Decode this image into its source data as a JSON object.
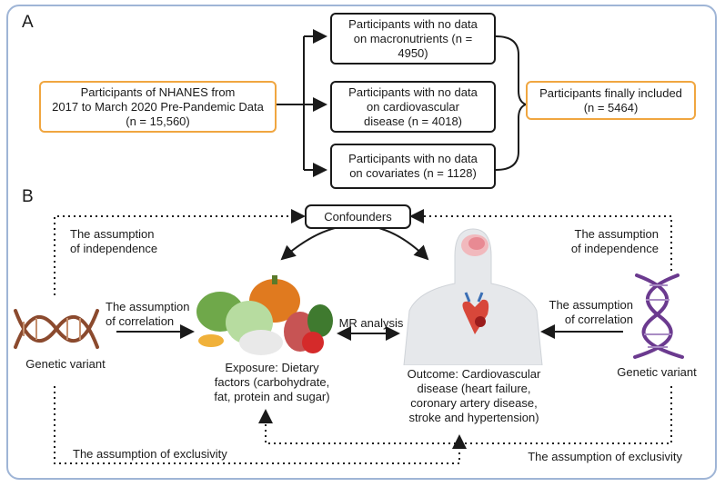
{
  "panels": {
    "a": "A",
    "b": "B"
  },
  "flow": {
    "source": "Participants of NHANES from\n2017 to March 2020 Pre-Pandemic Data\n(n = 15,560)",
    "excluded": [
      "Participants with no data\non macronutrients (n =\n4950)",
      "Participants with no data\non cardiovascular\ndisease (n = 4018)",
      "Participants with no data\non covariates (n = 1128)"
    ],
    "included": "Participants finally included\n(n = 5464)"
  },
  "mr": {
    "confounders": "Confounders",
    "assumption_independence_left": "The assumption\nof independence",
    "assumption_independence_right": "The assumption\nof independence",
    "assumption_correlation_left": "The assumption\nof correlation",
    "assumption_correlation_right": "The assumption\nof correlation",
    "genetic_variant_left": "Genetic variant",
    "genetic_variant_right": "Genetic variant",
    "mr_analysis": "MR analysis",
    "exposure": "Exposure: Dietary\nfactors (carbohydrate,\nfat, protein and sugar)",
    "outcome": "Outcome: Cardiovascular\ndisease (heart failure,\ncoronary artery disease,\nstroke and hypertension)",
    "exclusivity_left": "The assumption of exclusivity",
    "exclusivity_right": "The assumption of exclusivity"
  },
  "colors": {
    "orange": "#f0a640",
    "dna_left": "#8b4a2e",
    "dna_right": "#6b3a8f",
    "frame": "#9fb5d6"
  }
}
